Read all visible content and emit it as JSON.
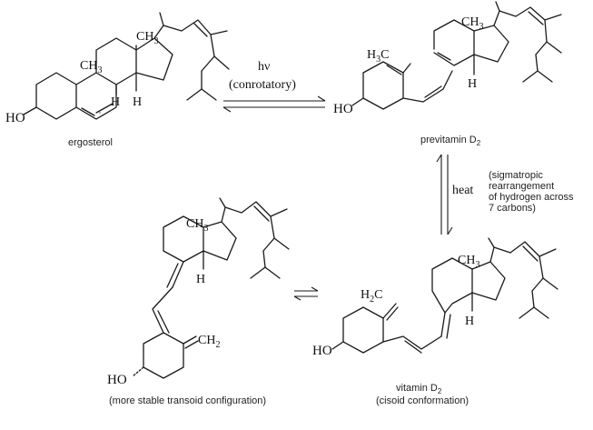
{
  "molecules": {
    "ergosterol": {
      "caption": "ergosterol",
      "labels": {
        "ch3_a": "CH",
        "ch3_a_sub": "3",
        "ch3_b": "CH",
        "ch3_b_sub": "3",
        "h_a": "H",
        "h_b": "H",
        "ho": "HO"
      }
    },
    "previtamin": {
      "caption_main": "previtamin D",
      "caption_sub": "2",
      "labels": {
        "h3c_main": "H",
        "h3c_sub": "3",
        "h3c_c": "C",
        "ch3": "CH",
        "ch3_sub": "3",
        "h": "H",
        "ho": "HO"
      }
    },
    "vitamin": {
      "caption_main": "vitamin D",
      "caption_sub": "2",
      "caption_line2": "(cisoid conformation)",
      "labels": {
        "h2c_main": "H",
        "h2c_sub": "2",
        "h2c_c": "C",
        "ch3": "CH",
        "ch3_sub": "3",
        "h": "H",
        "ho": "HO"
      }
    },
    "transoid": {
      "caption": "(more stable transoid configuration)",
      "labels": {
        "ch3": "CH",
        "ch3_sub": "3",
        "h": "H",
        "ch2_main": "CH",
        "ch2_sub": "2",
        "ho": "HO"
      }
    }
  },
  "reactions": {
    "photo": {
      "line1": "hν",
      "line2": "(conrotatory)"
    },
    "thermal": {
      "label": "heat",
      "note": [
        "(sigmatropic",
        "rearrangement",
        "of hydrogen across",
        "7 carbons)"
      ]
    }
  }
}
